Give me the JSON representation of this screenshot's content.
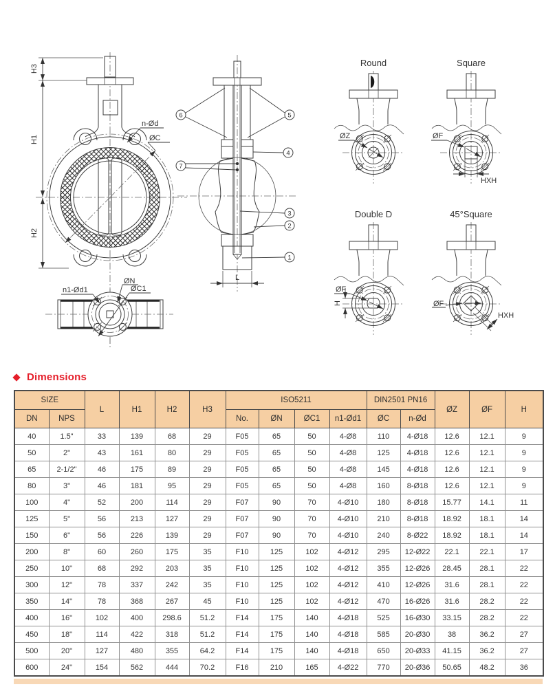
{
  "section": {
    "title": "Dimensions"
  },
  "drawings": {
    "front_view": {
      "dim_h3": "H3",
      "dim_h1": "H1",
      "dim_h2": "H2",
      "label_bolts": "n-Ød",
      "label_bolt_circle": "ØC"
    },
    "plan_view": {
      "label_holes": "n1-Ød1",
      "label_on": "ØN",
      "label_oc1": "ØC1"
    },
    "section_view": {
      "dim_l": "L",
      "callouts": [
        "1",
        "2",
        "3",
        "4",
        "5",
        "6",
        "7"
      ]
    },
    "stem_options": [
      {
        "title": "Round",
        "label_dia": "ØZ",
        "label_dim": ""
      },
      {
        "title": "Square",
        "label_dia": "ØF",
        "label_dim": "HXH"
      },
      {
        "title": "Double D",
        "label_dia": "ØF",
        "label_dim": "H"
      },
      {
        "title": "45°Square",
        "label_dia": "ØF",
        "label_dim": "HXH"
      }
    ]
  },
  "table": {
    "group_size": "SIZE",
    "group_iso": "ISO5211",
    "group_din": "DIN2501 PN16",
    "columns": [
      "DN",
      "NPS",
      "L",
      "H1",
      "H2",
      "H3",
      "No.",
      "ØN",
      "ØC1",
      "n1-Ød1",
      "ØC",
      "n-Ød",
      "ØZ",
      "ØF",
      "H"
    ],
    "rows": [
      [
        "40",
        "1.5\"",
        "33",
        "139",
        "68",
        "29",
        "F05",
        "65",
        "50",
        "4-Ø8",
        "110",
        "4-Ø18",
        "12.6",
        "12.1",
        "9"
      ],
      [
        "50",
        "2\"",
        "43",
        "161",
        "80",
        "29",
        "F05",
        "65",
        "50",
        "4-Ø8",
        "125",
        "4-Ø18",
        "12.6",
        "12.1",
        "9"
      ],
      [
        "65",
        "2-1/2\"",
        "46",
        "175",
        "89",
        "29",
        "F05",
        "65",
        "50",
        "4-Ø8",
        "145",
        "4-Ø18",
        "12.6",
        "12.1",
        "9"
      ],
      [
        "80",
        "3\"",
        "46",
        "181",
        "95",
        "29",
        "F05",
        "65",
        "50",
        "4-Ø8",
        "160",
        "8-Ø18",
        "12.6",
        "12.1",
        "9"
      ],
      [
        "100",
        "4\"",
        "52",
        "200",
        "114",
        "29",
        "F07",
        "90",
        "70",
        "4-Ø10",
        "180",
        "8-Ø18",
        "15.77",
        "14.1",
        "11"
      ],
      [
        "125",
        "5\"",
        "56",
        "213",
        "127",
        "29",
        "F07",
        "90",
        "70",
        "4-Ø10",
        "210",
        "8-Ø18",
        "18.92",
        "18.1",
        "14"
      ],
      [
        "150",
        "6\"",
        "56",
        "226",
        "139",
        "29",
        "F07",
        "90",
        "70",
        "4-Ø10",
        "240",
        "8-Ø22",
        "18.92",
        "18.1",
        "14"
      ],
      [
        "200",
        "8\"",
        "60",
        "260",
        "175",
        "35",
        "F10",
        "125",
        "102",
        "4-Ø12",
        "295",
        "12-Ø22",
        "22.1",
        "22.1",
        "17"
      ],
      [
        "250",
        "10\"",
        "68",
        "292",
        "203",
        "35",
        "F10",
        "125",
        "102",
        "4-Ø12",
        "355",
        "12-Ø26",
        "28.45",
        "28.1",
        "22"
      ],
      [
        "300",
        "12\"",
        "78",
        "337",
        "242",
        "35",
        "F10",
        "125",
        "102",
        "4-Ø12",
        "410",
        "12-Ø26",
        "31.6",
        "28.1",
        "22"
      ],
      [
        "350",
        "14\"",
        "78",
        "368",
        "267",
        "45",
        "F10",
        "125",
        "102",
        "4-Ø12",
        "470",
        "16-Ø26",
        "31.6",
        "28.2",
        "22"
      ],
      [
        "400",
        "16\"",
        "102",
        "400",
        "298.6",
        "51.2",
        "F14",
        "175",
        "140",
        "4-Ø18",
        "525",
        "16-Ø30",
        "33.15",
        "28.2",
        "22"
      ],
      [
        "450",
        "18\"",
        "114",
        "422",
        "318",
        "51.2",
        "F14",
        "175",
        "140",
        "4-Ø18",
        "585",
        "20-Ø30",
        "38",
        "36.2",
        "27"
      ],
      [
        "500",
        "20\"",
        "127",
        "480",
        "355",
        "64.2",
        "F14",
        "175",
        "140",
        "4-Ø18",
        "650",
        "20-Ø33",
        "41.15",
        "36.2",
        "27"
      ],
      [
        "600",
        "24\"",
        "154",
        "562",
        "444",
        "70.2",
        "F16",
        "210",
        "165",
        "4-Ø22",
        "770",
        "20-Ø36",
        "50.65",
        "48.2",
        "36"
      ]
    ]
  },
  "colors": {
    "accent_red": "#e51e2a",
    "table_header_bg": "#f6cfa3",
    "table_strip": "#f8d8b6"
  }
}
